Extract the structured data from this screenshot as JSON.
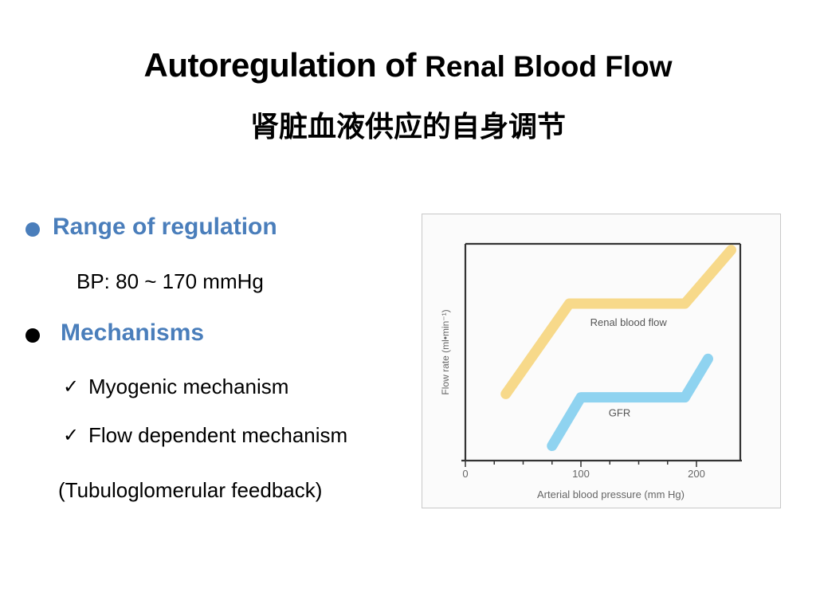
{
  "slide": {
    "title_main": "Autoregulation of ",
    "title_rest": "Renal Blood Flow",
    "subtitle": "肾脏血液供应的自身调节",
    "bullets": [
      {
        "heading": "Range of regulation",
        "color": "#4a7ebb"
      },
      {
        "heading": "Mechanisms",
        "color": "#4a7ebb"
      }
    ],
    "bp_text": "BP:  80 ~ 170 mmHg",
    "mechanisms": [
      "Myogenic mechanism",
      "Flow dependent mechanism"
    ],
    "feedback_note": "(Tubuloglomerular feedback)",
    "check_glyph": "✓"
  },
  "chart_data": {
    "type": "line",
    "xlabel": "Arterial blood pressure (mm Hg)",
    "ylabel": "Flow rate (ml•min⁻¹)",
    "x_ticks": [
      "0",
      "100",
      "200"
    ],
    "xlim": [
      0,
      240
    ],
    "series": [
      {
        "name": "Renal blood flow",
        "color": "#f7d98a",
        "x": [
          35,
          90,
          190,
          230
        ],
        "y": [
          0.36,
          0.9,
          0.9,
          1.22
        ]
      },
      {
        "name": "GFR",
        "color": "#8fd3f0",
        "x": [
          75,
          100,
          190,
          210
        ],
        "y": [
          0.05,
          0.34,
          0.34,
          0.57
        ]
      }
    ]
  }
}
